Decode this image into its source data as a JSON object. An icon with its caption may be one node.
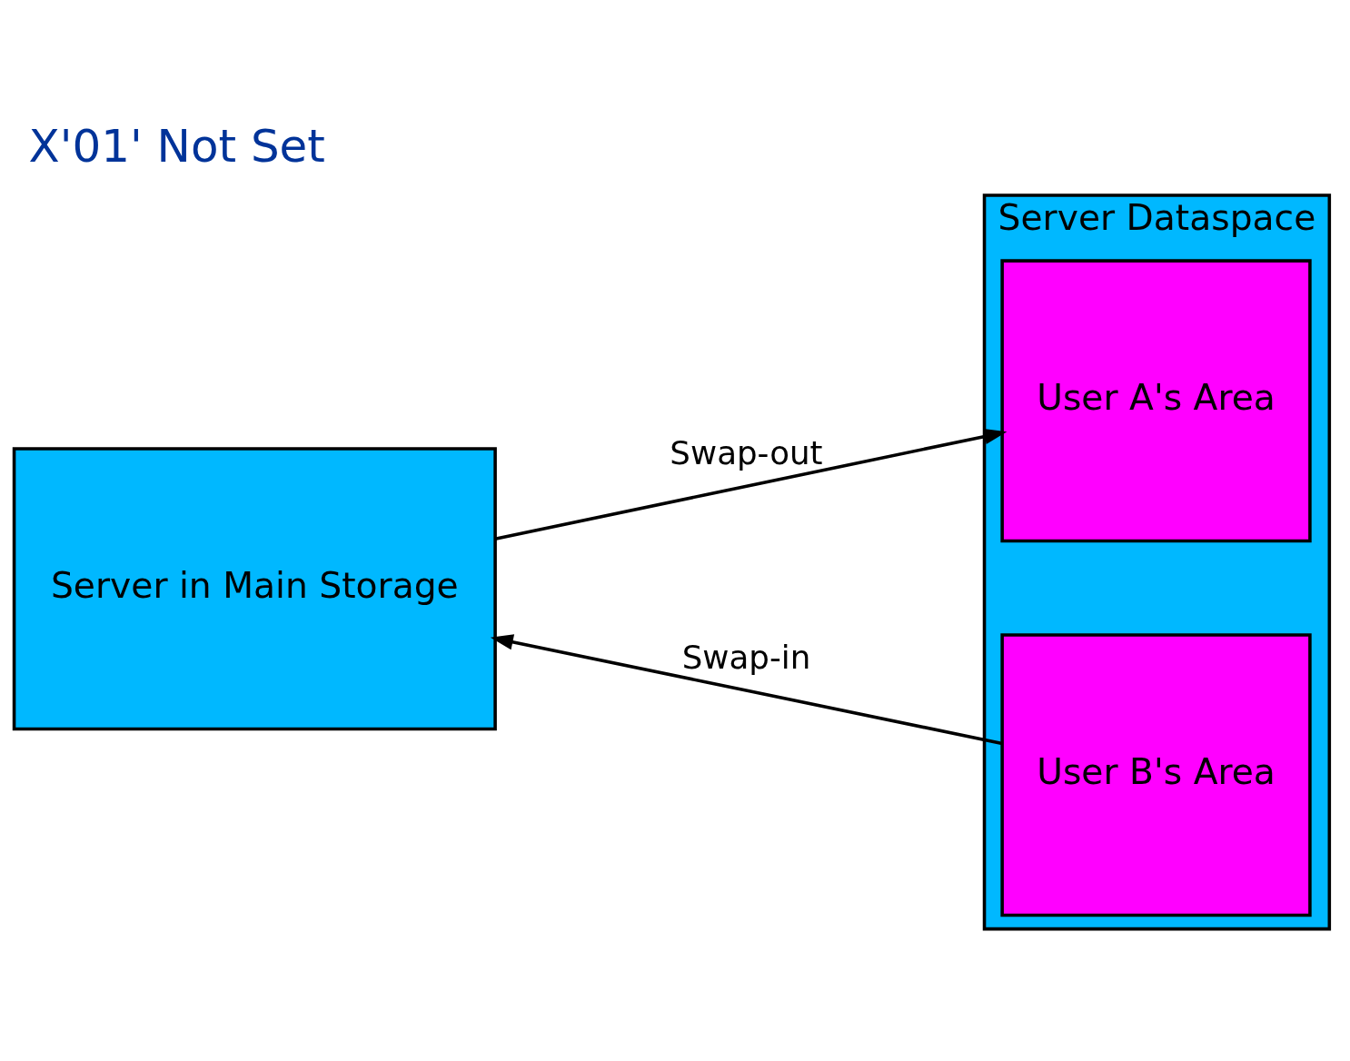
{
  "diagram": {
    "title": "X'01' Not Set",
    "nodes": [
      {
        "text": [
          "Server in Main Storage"
        ]
      },
      {
        "text": [
          "Server Dataspace"
        ]
      },
      {
        "text": [
          "User A's Area"
        ],
        "in": 1
      },
      {
        "text": [
          "User B's Area"
        ],
        "in": 1
      }
    ],
    "edges": [
      {
        "from": 0,
        "to": 2,
        "arrow": "to",
        "label": "Swap-out"
      },
      {
        "from": 3,
        "to": 0,
        "arrow": "to",
        "label": "Swap-in"
      }
    ]
  }
}
